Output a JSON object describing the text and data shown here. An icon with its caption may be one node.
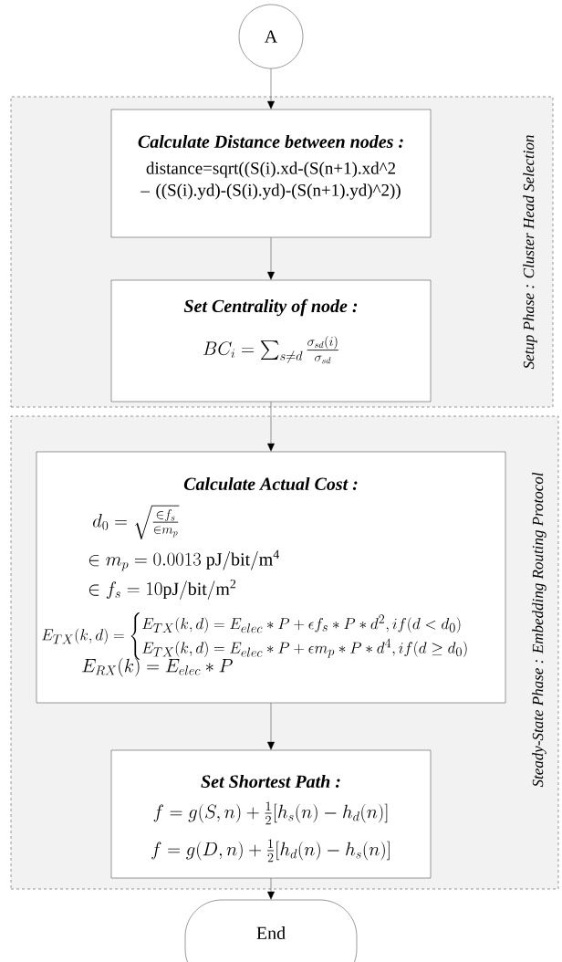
{
  "diagram": {
    "nodes": [
      {
        "text": [
          "A"
        ]
      },
      {
        "text": [
          "Setup Phase : Cluster Head Selection"
        ]
      },
      {
        "text": [
          "Calculate Distance between nodes :",
          "distance=sqrt((S(i).xd-(S(n+1).xd^2 – ((S(i).yd)-(S(i).yd)-(S(n+1).yd)^2))"
        ],
        "in": 1
      },
      {
        "text": [
          "Set Centrality of node :",
          "BC_i = \\sum_{s\\neq d} \\frac{\\sigma_{sd}(i)}{\\sigma_{sd}}"
        ],
        "in": 1
      },
      {
        "text": [
          "Steady-State Phase : Embedding Routing Protocol"
        ]
      },
      {
        "text": [
          "Calculate Actual Cost :",
          "d_0 = \\sqrt{\\frac{\\in f_s}{\\in m_p}}",
          "\\in m_p = 0.0013\\ \\mathrm{pJ/bit/m^4}",
          "\\in f_s = 10\\mathrm{pJ/bit/m^2}",
          "E_{TX}(k,d) = \\begin{cases} E_{TX}(k,d) = E_{elec} * P + \\epsilon f_s * P * d^2, if(d<d_0) \\\\ E_{TX}(k,d) = E_{elec} * P + \\epsilon m_p * P * d^4, if(d\\geq d_0) \\end{cases}",
          "E_{RX}(k) = E_{elec} * P"
        ],
        "in": 4
      },
      {
        "text": [
          "Set Shortest Path :",
          "f = g(S,n) + \\tfrac{1}{2}[h_s(n) - h_d(n)]",
          "f = g(D,n) + \\tfrac{1}{2}[h_d(n) - h_s(n)]"
        ],
        "in": 4
      },
      {
        "text": [
          "End"
        ]
      }
    ],
    "edges": [
      {
        "from": 0,
        "to": 2,
        "arrow": "to"
      },
      {
        "from": 2,
        "to": 3,
        "arrow": "to"
      },
      {
        "from": 3,
        "to": 5,
        "arrow": "to"
      },
      {
        "from": 5,
        "to": 6,
        "arrow": "to"
      },
      {
        "from": 6,
        "to": 7,
        "arrow": "to"
      }
    ]
  }
}
